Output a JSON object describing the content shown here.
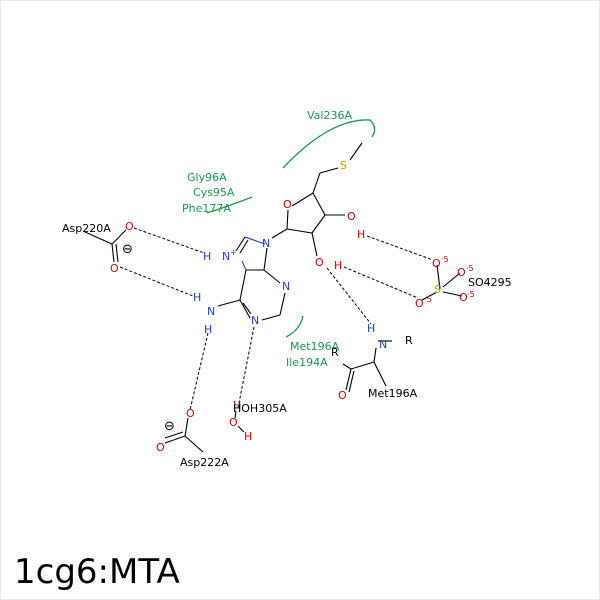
{
  "title": "1cg6:MTA",
  "residues": {
    "val236": "Val236A",
    "gly96": "Gly96A",
    "cys95": "Cys95A",
    "phe177": "Phe177A",
    "asp220": "Asp220A",
    "met196_arc": "Met196A",
    "ile194": "Ile194A",
    "met196": "Met196A",
    "asp222": "Asp222A",
    "hoh305": "HOH305A",
    "so4295": "SO4295"
  },
  "atoms": {
    "S": "S",
    "O": "O",
    "N": "N",
    "H": "H",
    "R": "R",
    "N_plus": "N",
    "plus": "+",
    "minus": "⊖",
    "dot5": "·5"
  }
}
